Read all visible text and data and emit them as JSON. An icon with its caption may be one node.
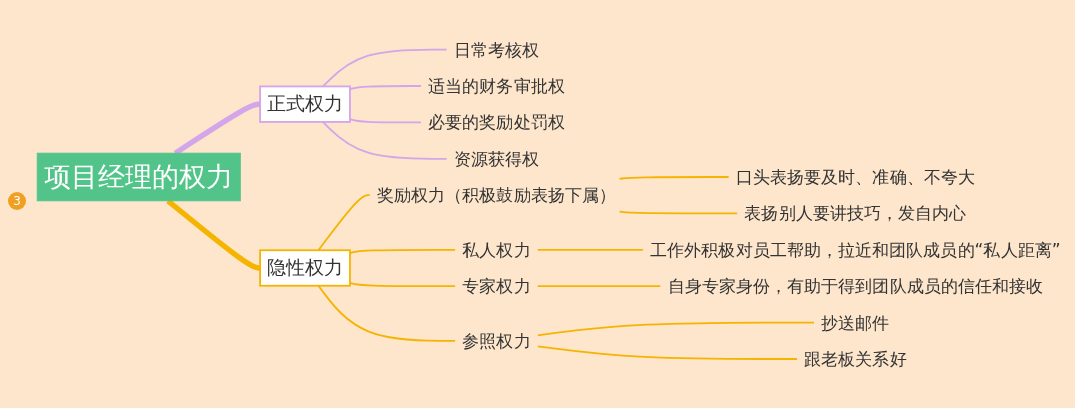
{
  "diagram": {
    "nodes": [
      {
        "text": [
          "项目经理的权力"
        ]
      },
      {
        "text": [
          "正式权力"
        ]
      },
      {
        "text": [
          "日常考核权"
        ]
      },
      {
        "text": [
          "适当的财务审批权"
        ]
      },
      {
        "text": [
          "必要的奖励处罚权"
        ]
      },
      {
        "text": [
          "资源获得权"
        ]
      },
      {
        "text": [
          "隐性权力"
        ]
      },
      {
        "text": [
          "奖励权力（积极鼓励表扬下属）"
        ]
      },
      {
        "text": [
          "口头表扬要及时、准确、不夸大"
        ]
      },
      {
        "text": [
          "表扬别人要讲技巧，发自内心"
        ]
      },
      {
        "text": [
          "私人权力"
        ]
      },
      {
        "text": [
          "工作外积极对员工帮助，拉近和团队成员的“私人距离”"
        ]
      },
      {
        "text": [
          "专家权力"
        ]
      },
      {
        "text": [
          "自身专家身份，有助于得到团队成员的信任和接收"
        ]
      },
      {
        "text": [
          "参照权力"
        ]
      },
      {
        "text": [
          "抄送邮件"
        ]
      },
      {
        "text": [
          "跟老板关系好"
        ]
      }
    ],
    "edges": [
      {
        "from": 0,
        "to": 1,
        "arrow": "none",
        "style": "thick",
        "color": "#d4a5e8"
      },
      {
        "from": 1,
        "to": 2,
        "arrow": "none",
        "color": "#d4a5e8"
      },
      {
        "from": 1,
        "to": 3,
        "arrow": "none",
        "color": "#d4a5e8"
      },
      {
        "from": 1,
        "to": 4,
        "arrow": "none",
        "color": "#d4a5e8"
      },
      {
        "from": 1,
        "to": 5,
        "arrow": "none",
        "color": "#d4a5e8"
      },
      {
        "from": 0,
        "to": 6,
        "arrow": "none",
        "style": "thick"
      },
      {
        "from": 6,
        "to": 7,
        "arrow": "none"
      },
      {
        "from": 7,
        "to": 8,
        "arrow": "none"
      },
      {
        "from": 7,
        "to": 9,
        "arrow": "none"
      },
      {
        "from": 6,
        "to": 10,
        "arrow": "none"
      },
      {
        "from": 10,
        "to": 11,
        "arrow": "none"
      },
      {
        "from": 6,
        "to": 12,
        "arrow": "none"
      },
      {
        "from": 12,
        "to": 13,
        "arrow": "none"
      },
      {
        "from": 6,
        "to": 14,
        "arrow": "none"
      },
      {
        "from": 14,
        "to": 15,
        "arrow": "none"
      },
      {
        "from": 14,
        "to": 16,
        "arrow": "none"
      }
    ],
    "labels": [
      "3"
    ]
  }
}
